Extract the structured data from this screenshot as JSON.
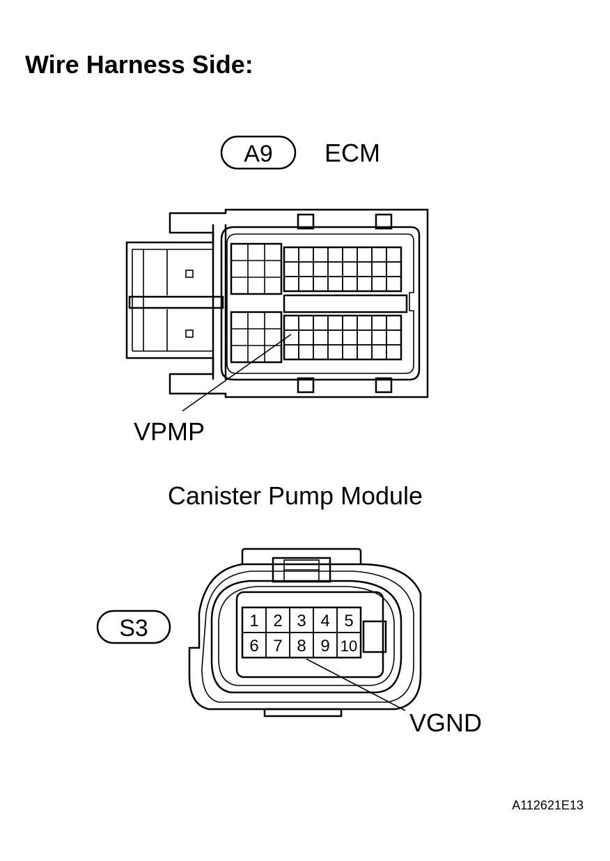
{
  "heading": "Wire Harness Side:",
  "ecm_connector": {
    "code": "A9",
    "name": "ECM",
    "pin_label": "VPMP"
  },
  "pump_connector": {
    "name": "Canister Pump Module",
    "code": "S3",
    "pins_top": [
      "1",
      "2",
      "3",
      "4",
      "5"
    ],
    "pins_bottom": [
      "6",
      "7",
      "8",
      "9",
      "10"
    ],
    "pin_label": "VGND"
  },
  "figure_id": "A112621E13"
}
